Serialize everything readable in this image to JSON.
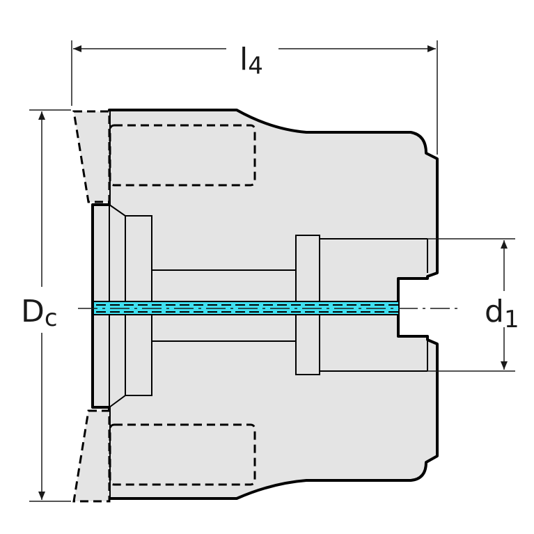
{
  "labels": {
    "length_symbol": "l",
    "length_sub": "4",
    "cutting_dia_symbol": "D",
    "cutting_dia_sub": "c",
    "bore_dia_symbol": "d",
    "bore_dia_sub": "1"
  },
  "colors": {
    "body_fill": "#e4e4e4",
    "outline": "#000000",
    "coolant": "#40e0f0",
    "dimension": "#1a1a1a"
  }
}
